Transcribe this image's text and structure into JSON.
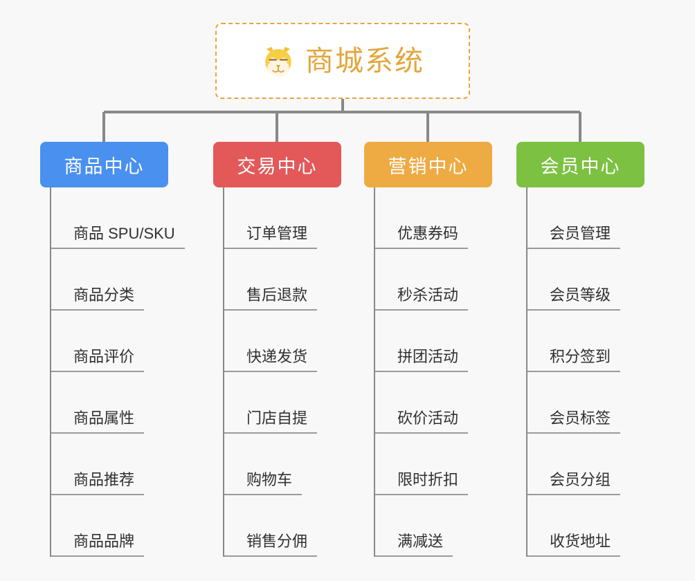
{
  "root": {
    "icon": "shiba-dog-icon",
    "title": "商城系统",
    "title_color": "#e3a63c",
    "border_color": "#e8a33d"
  },
  "canvas": {
    "background_color": "#f8f8f8",
    "connector_color": "#888888"
  },
  "branches": [
    {
      "label": "商品中心",
      "color": "#4a90ef",
      "items": [
        {
          "label": "商品 SPU/SKU"
        },
        {
          "label": "商品分类"
        },
        {
          "label": "商品评价"
        },
        {
          "label": "商品属性"
        },
        {
          "label": "商品推荐"
        },
        {
          "label": "商品品牌"
        }
      ]
    },
    {
      "label": "交易中心",
      "color": "#e3595a",
      "items": [
        {
          "label": "订单管理"
        },
        {
          "label": "售后退款"
        },
        {
          "label": "快递发货"
        },
        {
          "label": "门店自提"
        },
        {
          "label": "购物车"
        },
        {
          "label": "销售分佣"
        }
      ]
    },
    {
      "label": "营销中心",
      "color": "#eeab43",
      "items": [
        {
          "label": "优惠券码"
        },
        {
          "label": "秒杀活动"
        },
        {
          "label": "拼团活动"
        },
        {
          "label": "砍价活动"
        },
        {
          "label": "限时折扣"
        },
        {
          "label": "满减送"
        }
      ]
    },
    {
      "label": "会员中心",
      "color": "#7cc142",
      "items": [
        {
          "label": "会员管理"
        },
        {
          "label": "会员等级"
        },
        {
          "label": "积分签到"
        },
        {
          "label": "会员标签"
        },
        {
          "label": "会员分组"
        },
        {
          "label": "收货地址"
        }
      ]
    }
  ]
}
